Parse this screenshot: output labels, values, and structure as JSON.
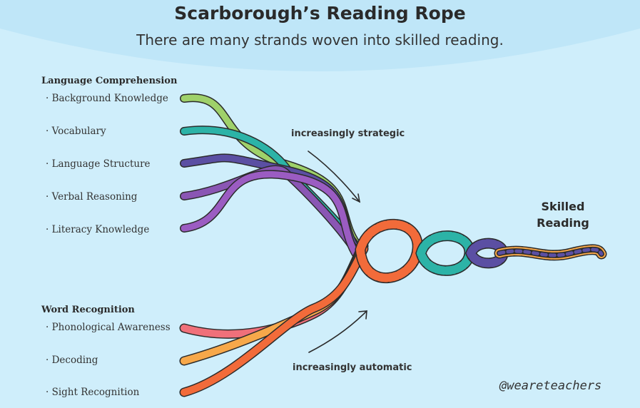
{
  "title": "Scarborough’s Reading Rope",
  "subtitle": "There are many strands woven into skilled reading.",
  "language_comprehension": {
    "heading": "Language Comprehension",
    "strands": [
      {
        "label": "· Background Knowledge",
        "color": "#9fd16a"
      },
      {
        "label": "· Vocabulary",
        "color": "#2cb3a7"
      },
      {
        "label": "· Language Structure",
        "color": "#5b4fa3"
      },
      {
        "label": "· Verbal Reasoning",
        "color": "#8a56b4"
      },
      {
        "label": "· Literacy Knowledge",
        "color": "#9b5cc2"
      }
    ]
  },
  "word_recognition": {
    "heading": "Word Recognition",
    "strands": [
      {
        "label": "· Phonological Awareness",
        "color": "#f0707a"
      },
      {
        "label": "· Decoding",
        "color": "#f7a84a"
      },
      {
        "label": "· Sight Recognition",
        "color": "#f26b3a"
      }
    ]
  },
  "notes": {
    "strategic": "increasingly strategic",
    "automatic": "increasingly automatic"
  },
  "result": {
    "line1": "Skilled",
    "line2": "Reading"
  },
  "credit": "@weareteachers",
  "colors": {
    "background": "#cfeefb",
    "header_band": "#bfe6f8",
    "outline": "#2b2b2b"
  }
}
